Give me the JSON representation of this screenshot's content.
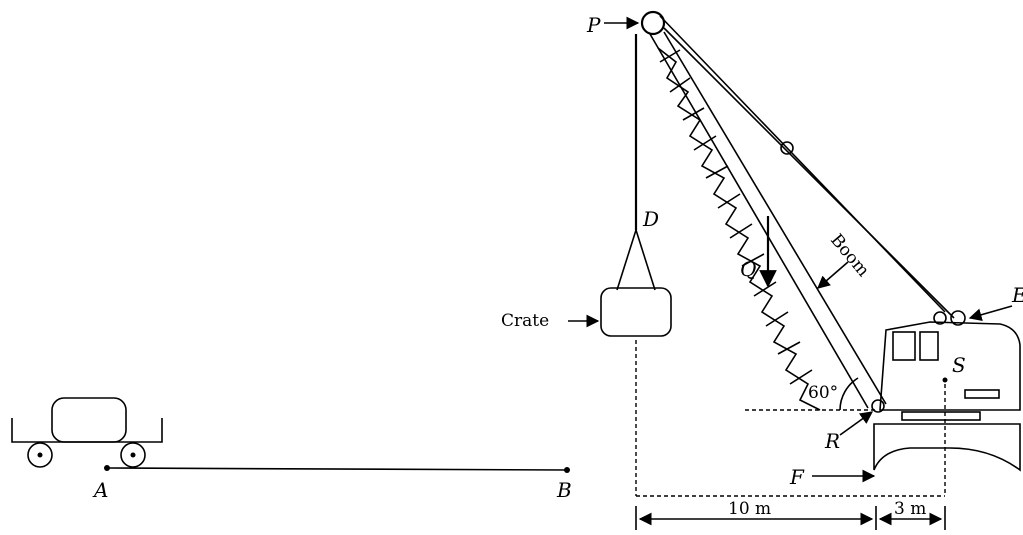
{
  "labels": {
    "point_a": "A",
    "point_b": "B",
    "point_p": "P",
    "point_d": "D",
    "point_q": "Q",
    "point_r": "R",
    "point_s": "S",
    "point_f": "F",
    "point_e": "E",
    "crate": "Crate",
    "boom": "Boom",
    "angle": "60°",
    "dim_left": "10 m",
    "dim_right": "3 m"
  }
}
